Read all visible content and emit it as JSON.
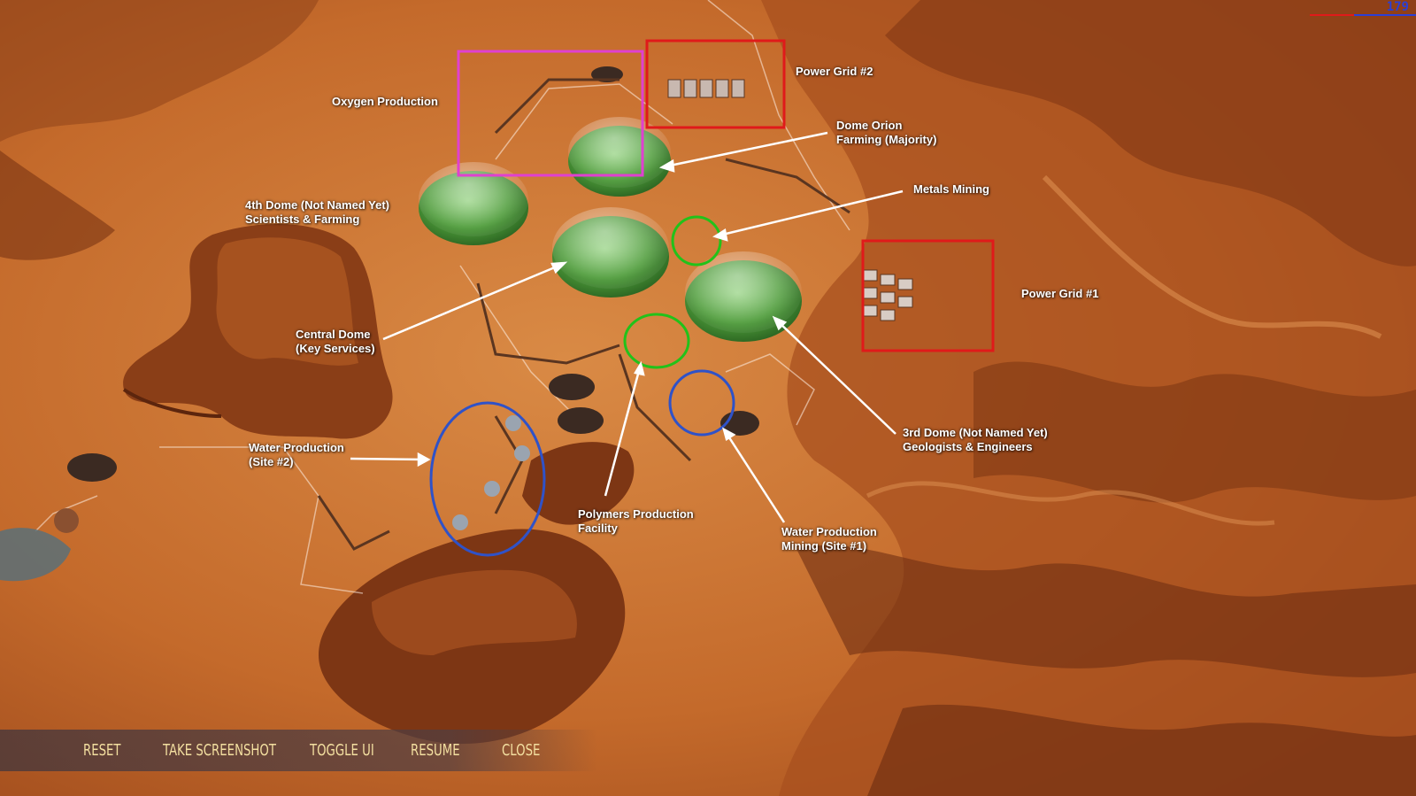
{
  "hud": {
    "fps": "179"
  },
  "colors": {
    "ground": "#c9702f",
    "dome_green": "#4e9c3a",
    "box_magenta": "#e040d0",
    "box_red": "#e01a1a",
    "circle_green": "#22c21a",
    "circle_blue": "#2f52c8",
    "menu_text": "#f3dfa0"
  },
  "annotations": {
    "oxygen_production": "Oxygen Production",
    "power_grid_2": "Power Grid #2",
    "dome_orion_l1": "Dome Orion",
    "dome_orion_l2": "Farming (Majority)",
    "metals_mining": "Metals Mining",
    "dome4_l1": "4th Dome (Not Named Yet)",
    "dome4_l2": "Scientists & Farming",
    "power_grid_1": "Power Grid #1",
    "central_dome_l1": "Central Dome",
    "central_dome_l2": "(Key Services)",
    "dome3_l1": "3rd Dome (Not Named Yet)",
    "dome3_l2": "Geologists & Engineers",
    "water2_l1": "Water Production",
    "water2_l2": "(Site #2)",
    "polymers_l1": "Polymers Production",
    "polymers_l2": "Facility",
    "water1_l1": "Water Production",
    "water1_l2": "Mining (Site #1)"
  },
  "menu": {
    "reset": "RESET",
    "take_screenshot": "TAKE SCREENSHOT",
    "toggle_ui": "TOGGLE UI",
    "resume": "RESUME",
    "close": "CLOSE"
  }
}
